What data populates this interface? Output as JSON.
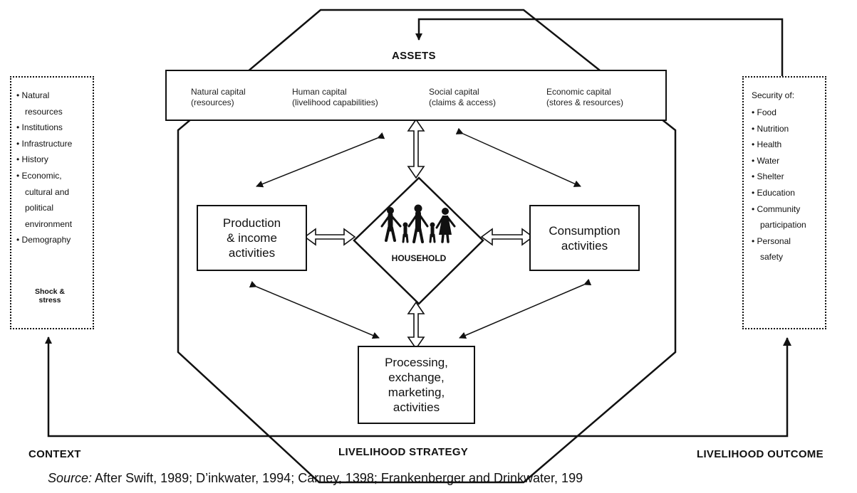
{
  "assets": {
    "title": "ASSETS",
    "capitals": [
      {
        "name": "Natural capital",
        "sub": "(resources)"
      },
      {
        "name": "Human capital",
        "sub": "(livelihood capabilities)"
      },
      {
        "name": "Social capital",
        "sub": "(claims & access)"
      },
      {
        "name": "Economic capital",
        "sub": "(stores & resources)"
      }
    ]
  },
  "context": {
    "label": "CONTEXT",
    "items": [
      "Natural",
      "resources",
      "Institutions",
      "Infrastructure",
      "History",
      "Economic,",
      "cultural and",
      "political",
      "environment",
      "Demography"
    ],
    "bullets": [
      true,
      false,
      true,
      true,
      true,
      true,
      false,
      false,
      false,
      true
    ],
    "shock_label_line1": "Shock &",
    "shock_label_line2": "stress"
  },
  "outcome": {
    "label": "LIVELIHOOD OUTCOME",
    "heading": "Security of:",
    "items": [
      "Food",
      "Nutrition",
      "Health",
      "Water",
      "Shelter",
      "Education",
      "Community",
      "participation",
      "Personal",
      "safety"
    ],
    "bullets": [
      true,
      true,
      true,
      true,
      true,
      true,
      true,
      false,
      true,
      false
    ]
  },
  "center": {
    "household": "HOUSEHOLD"
  },
  "activities": {
    "production": "Production\n& income\nactivities",
    "consumption": "Consumption\nactivities",
    "processing": "Processing,\nexchange,\nmarketing,\nactivities"
  },
  "strategy_label": "LIVELIHOOD STRATEGY",
  "source": {
    "prefix": "Source:",
    "text": " After Swift, 1989; D’inkwater, 1994; Carney, 1398; Frankenberger and Drinkwater, 199"
  }
}
